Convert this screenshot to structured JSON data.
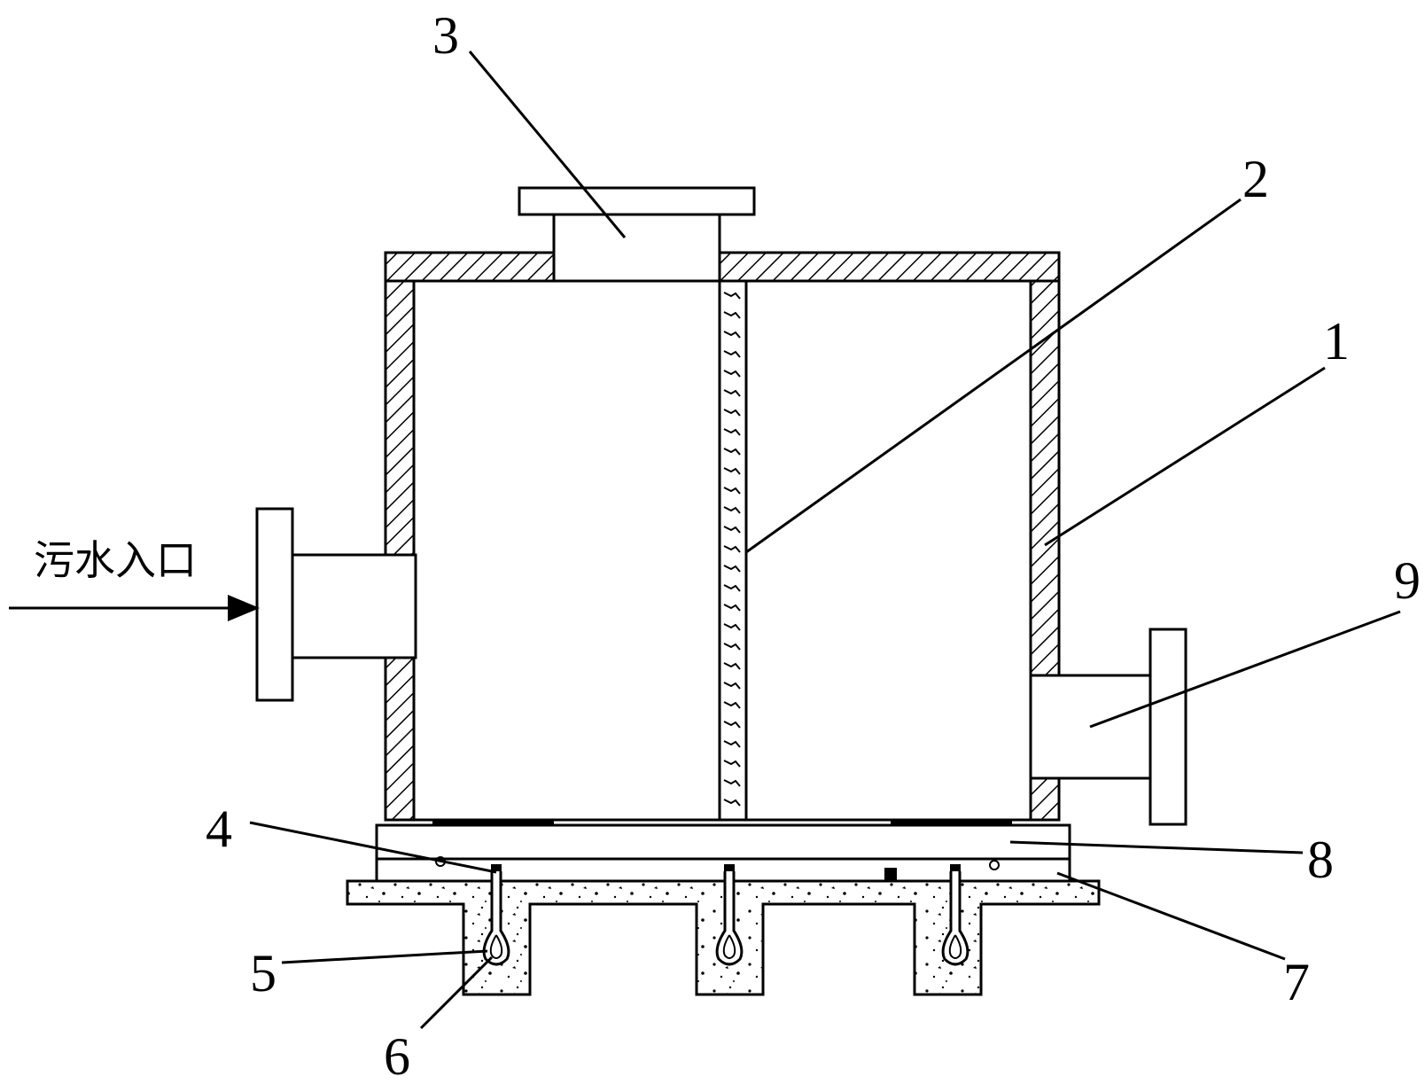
{
  "labels": {
    "inlet_text": "污水入口",
    "n1": "1",
    "n2": "2",
    "n3": "3",
    "n4": "4",
    "n5": "5",
    "n6": "6",
    "n7": "7",
    "n8": "8",
    "n9": "9"
  }
}
